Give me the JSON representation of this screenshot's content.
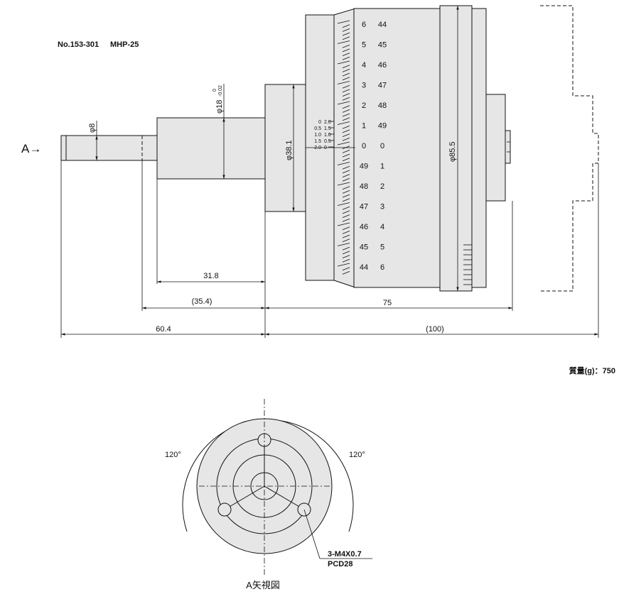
{
  "header": {
    "model_no": "No.153-301",
    "model_name": "MHP-25"
  },
  "side_view": {
    "arrow_label": "A→",
    "dia_spindle": "φ8",
    "dia_stem": "φ18",
    "dia_stem_tol_upper": "0",
    "dia_stem_tol_lower": "-0.02",
    "dia_sleeve": "φ38.1",
    "dia_thimble": "φ85.5",
    "dim_31_8": "31.8",
    "dim_35_4": "(35.4)",
    "dim_75": "75",
    "dim_60_4": "60.4",
    "dim_100": "(100)",
    "vernier_left": [
      "0",
      "0.5",
      "1.0",
      "1.5",
      "2.0"
    ],
    "vernier_right": [
      "2.0",
      "1.5",
      "1.0",
      "0.5",
      "0"
    ],
    "scale_left": [
      "6",
      "5",
      "4",
      "3",
      "2",
      "1",
      "0",
      "49",
      "48",
      "47",
      "46",
      "45",
      "44"
    ],
    "scale_right": [
      "44",
      "45",
      "46",
      "47",
      "48",
      "49",
      "0",
      "1",
      "2",
      "3",
      "4",
      "5",
      "6"
    ]
  },
  "mass": {
    "label": "質量(g)：750"
  },
  "end_view": {
    "angle_left": "120°",
    "angle_right": "120°",
    "hole_spec": "3-M4X0.7",
    "pcd": "PCD28",
    "caption": "A矢視図"
  }
}
